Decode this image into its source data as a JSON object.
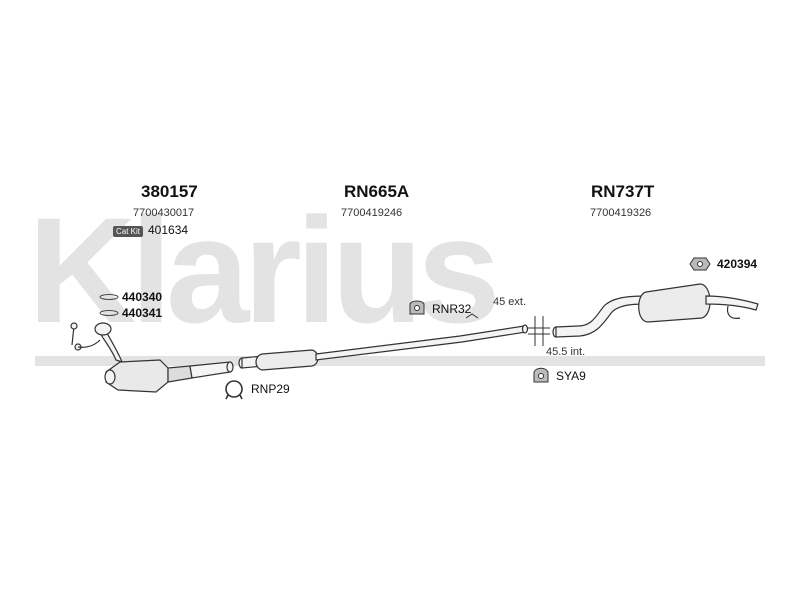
{
  "watermark": {
    "text": "Klarius"
  },
  "sections": [
    {
      "code": "380157",
      "oe": "7700430017"
    },
    {
      "code": "RN665A",
      "oe": "7700419246"
    },
    {
      "code": "RN737T",
      "oe": "7700419326"
    }
  ],
  "parts": {
    "catkit_badge": "Cat Kit",
    "catkit_code": "401634",
    "gasket_1": "440340",
    "gasket_2": "440341",
    "clamp_front": "RNP29",
    "mount_mid": "RNR32",
    "clamp_rear": "SYA9",
    "mount_rear": "420394"
  },
  "annotations": {
    "ext": "45 ext.",
    "int": "45.5 int."
  },
  "colors": {
    "watermark": "#e3e3e3",
    "pipe_stroke": "#333333",
    "pipe_fill": "#f4f4f4"
  }
}
